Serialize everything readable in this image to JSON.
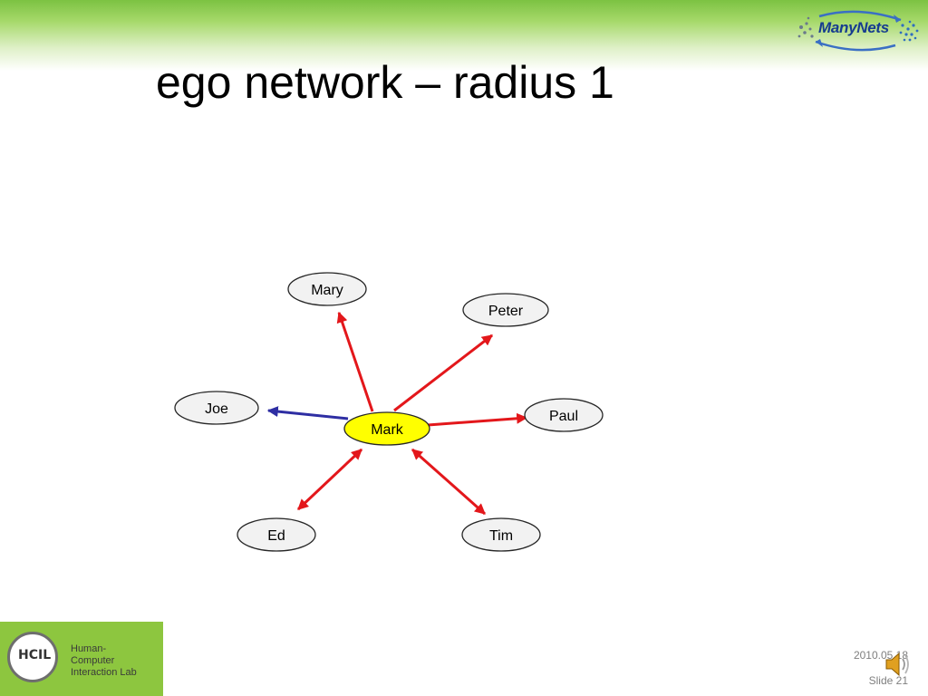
{
  "slide": {
    "title": "ego network – radius 1",
    "date": "2010.05.18",
    "slide_number": "Slide 21"
  },
  "logo": {
    "text": "ManyNets",
    "icon": "manynets-logo-icon"
  },
  "lab_logo": {
    "abbr": "HCIL",
    "name": "Human-\nComputer\nInteraction Lab",
    "icon": "hcil-logo-icon"
  },
  "audio": {
    "icon": "speaker-icon"
  },
  "colors": {
    "band_green": "#7cc242",
    "lab_green": "#8dc63f",
    "ego_fill": "#ffff00",
    "node_fill": "#f2f2f2",
    "red_edge": "#e3171b",
    "blue_edge": "#2e2ea3"
  },
  "diagram": {
    "ego": "Mark",
    "nodes": [
      {
        "id": "mark",
        "label": "Mark",
        "ego": true
      },
      {
        "id": "mary",
        "label": "Mary"
      },
      {
        "id": "peter",
        "label": "Peter"
      },
      {
        "id": "joe",
        "label": "Joe"
      },
      {
        "id": "paul",
        "label": "Paul"
      },
      {
        "id": "ed",
        "label": "Ed"
      },
      {
        "id": "tim",
        "label": "Tim"
      }
    ],
    "edges": [
      {
        "from": "mark",
        "to": "mary",
        "color": "red",
        "arrow": "to"
      },
      {
        "from": "mark",
        "to": "peter",
        "color": "red",
        "arrow": "to"
      },
      {
        "from": "mark",
        "to": "joe",
        "color": "blue",
        "arrow": "to"
      },
      {
        "from": "mark",
        "to": "paul",
        "color": "red",
        "arrow": "to"
      },
      {
        "from": "mark",
        "to": "ed",
        "color": "red",
        "arrow": "both"
      },
      {
        "from": "mark",
        "to": "tim",
        "color": "red",
        "arrow": "both"
      }
    ]
  }
}
